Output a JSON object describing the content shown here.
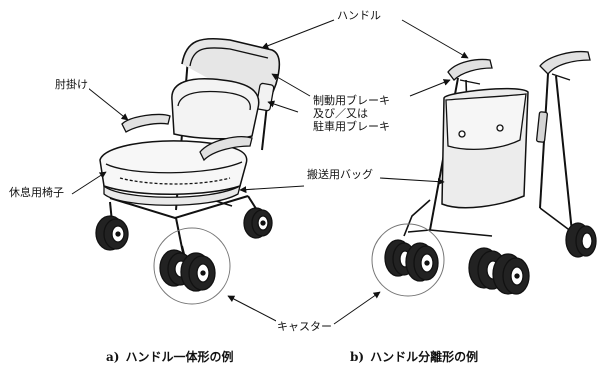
{
  "labels": {
    "handle": "ハンドル",
    "armrest": "肘掛け",
    "brake_line1": "制動用ブレーキ",
    "brake_line2": "及び／又は",
    "brake_line3": "駐車用ブレーキ",
    "seat": "休息用椅子",
    "bag": "搬送用バッグ",
    "caster": "キャスター"
  },
  "captions": {
    "a_prefix": "a)",
    "a_text": "ハンドル一体形の例",
    "b_prefix": "b)",
    "b_text": "ハンドル分離形の例"
  }
}
